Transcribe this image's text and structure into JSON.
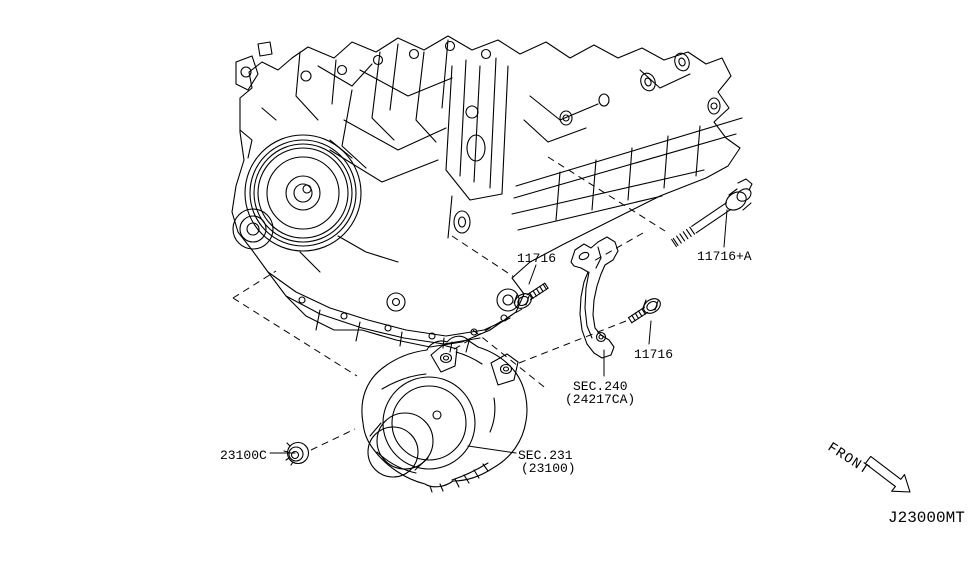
{
  "figure": {
    "code": "J23000MT",
    "front_label": "FRONT",
    "labels": {
      "bolt_left": "11716",
      "bolt_long": "11716+A",
      "bolt_right": "11716",
      "bracket_sec": "SEC.240",
      "bracket_ref": "(24217CA)",
      "alt_sec": "SEC.231",
      "alt_ref": "(23100)",
      "nut": "23100C"
    },
    "colors": {
      "line": "#000000",
      "background": "#ffffff"
    }
  }
}
